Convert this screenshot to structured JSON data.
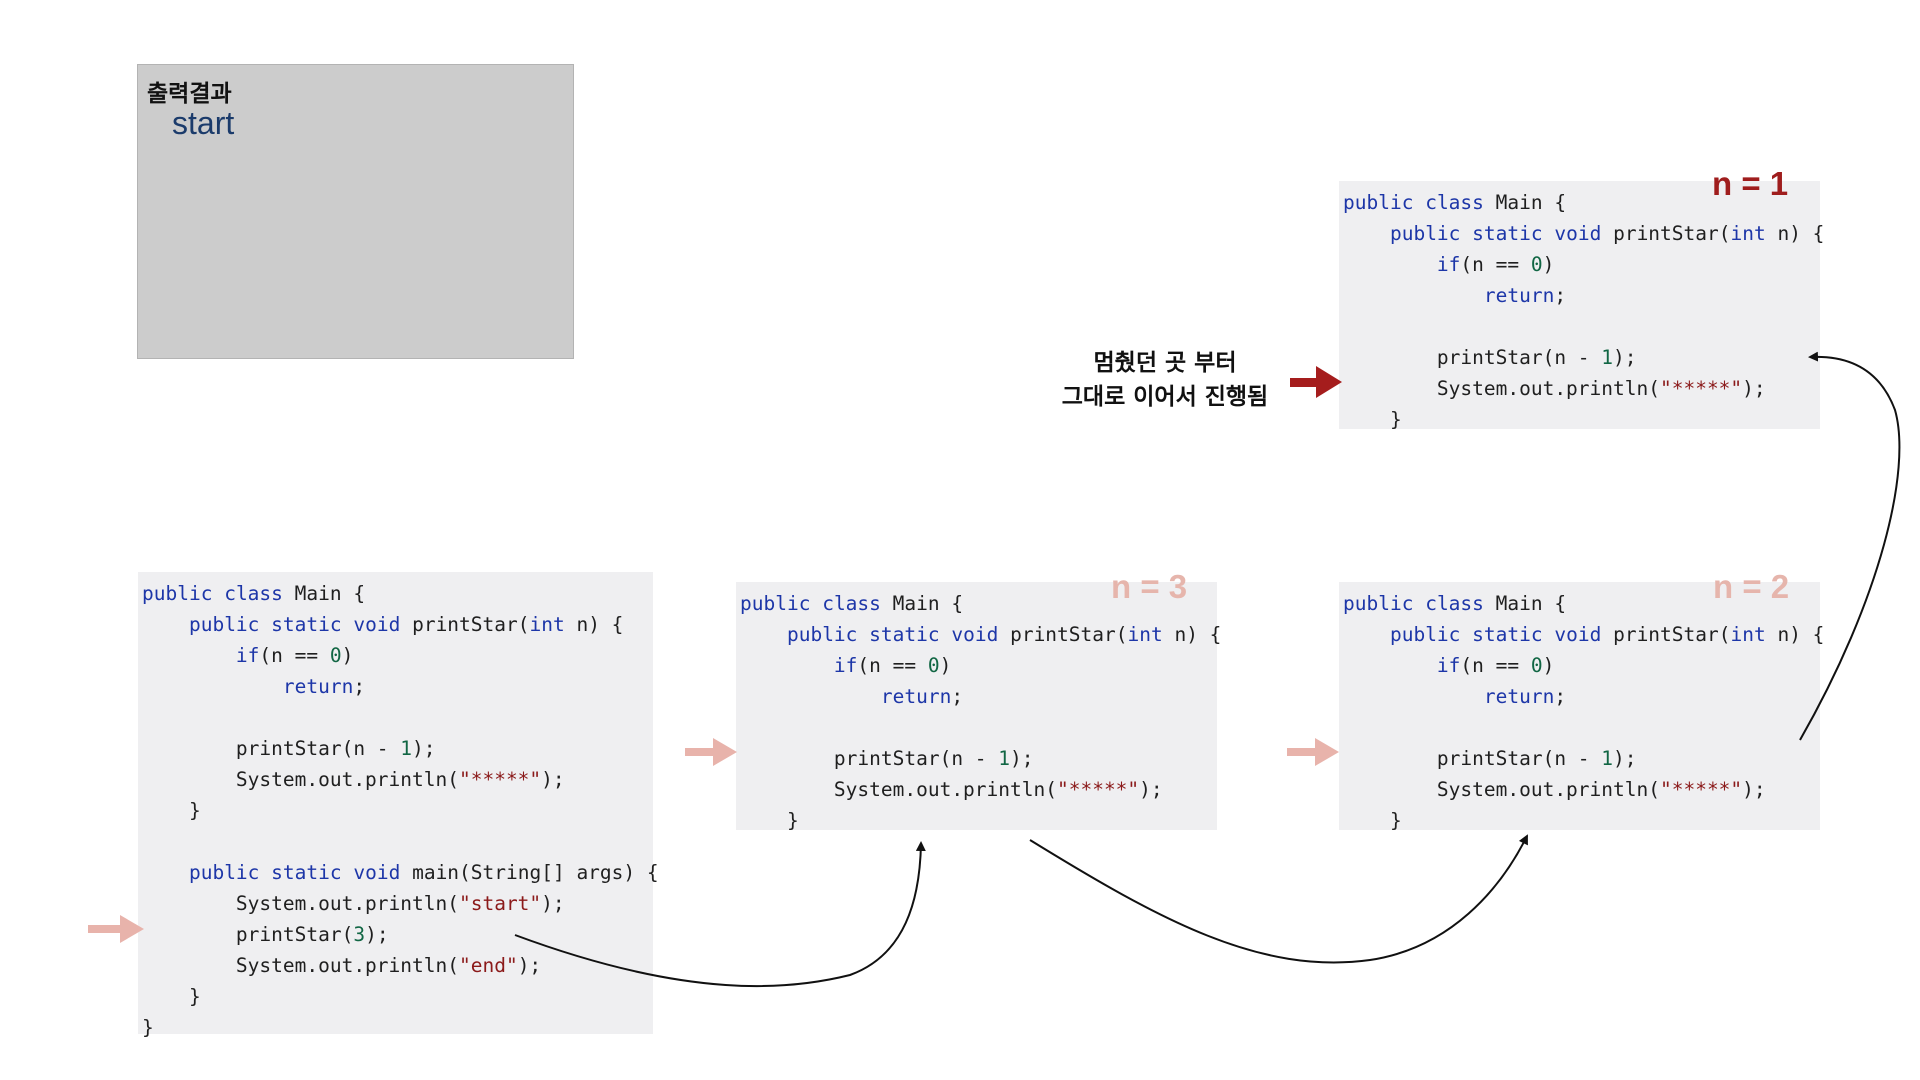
{
  "output": {
    "title": "출력결과",
    "lines": [
      "start"
    ]
  },
  "note": {
    "line1": "멈췄던 곳 부터",
    "line2": "그대로 이어서 진행됨"
  },
  "frames": {
    "main": {
      "lines": [
        "public class Main {",
        "    public static void printStar(int n) {",
        "        if(n == 0)",
        "            return;",
        "",
        "        printStar(n - 1);",
        "        System.out.println(\"*****\");",
        "    }",
        "",
        "    public static void main(String[] args) {",
        "        System.out.println(\"start\");",
        "        printStar(3);",
        "        System.out.println(\"end\");",
        "    }",
        "}"
      ]
    },
    "n3": {
      "label": "n = 3",
      "state": "faded"
    },
    "n2": {
      "label": "n = 2",
      "state": "faded"
    },
    "n1": {
      "label": "n = 1",
      "state": "active"
    },
    "printStar_lines": [
      "public class Main {",
      "    public static void printStar(int n) {",
      "        if(n == 0)",
      "            return;",
      "",
      "        printStar(n - 1);",
      "        System.out.println(\"*****\");",
      "    }"
    ]
  },
  "colors": {
    "active_arrow": "#a51d1d",
    "faded_arrow": "#e8b3ab",
    "keyword": "#1d36a8",
    "number": "#116644",
    "string": "#8b1a1a"
  }
}
